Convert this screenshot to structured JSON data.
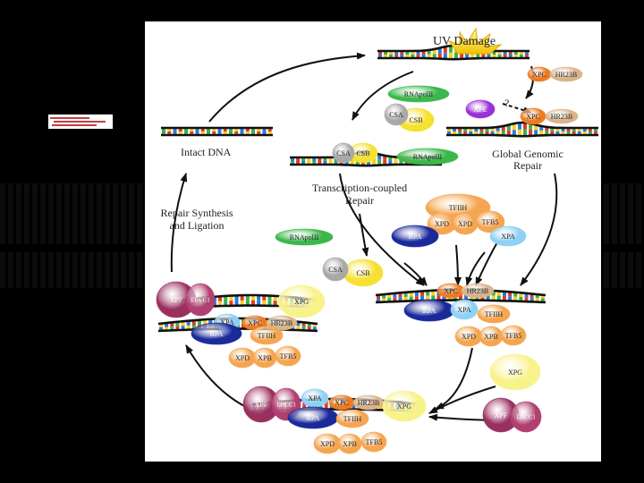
{
  "labels": {
    "uv_damage": "UV Damage",
    "intact_dna": "Intact DNA",
    "ggr": [
      "Global Genomic",
      "Repair"
    ],
    "tcr": [
      "Transcription-coupled",
      "Repair"
    ],
    "synthesis": [
      "Repair Synthesis",
      "and Ligation"
    ],
    "question": "?"
  },
  "proteins": {
    "xpc": "XPC",
    "hr23b": "HR23B",
    "xpe": "XPE",
    "rnapolii": "RNApolII",
    "csa": "CSA",
    "csb": "CSB",
    "tfiih": "TFIIH",
    "xpd": "XPD",
    "xpb": "XPB",
    "tfb5": "TFB5",
    "rpa": "RPA",
    "xpa": "XPA",
    "xpg": "XPG",
    "xpf": "XPF",
    "ercc1": "ERCC1"
  },
  "colors": {
    "background": "#000000",
    "panel": "#ffffff",
    "xp_orange": "#f07a20",
    "tfiih_orange": "#f5a550",
    "rpa_blue": "#1a2a9a",
    "xpa_blue": "#8fd0f5",
    "rnapol_green": "#3cb84a",
    "csb_yellow": "#f6e030",
    "csa_gray": "#a8a8a8",
    "xpe_purple": "#9a30d8",
    "xpf_maroon": "#9a3060",
    "hr23b_tan": "#d9b48a"
  }
}
